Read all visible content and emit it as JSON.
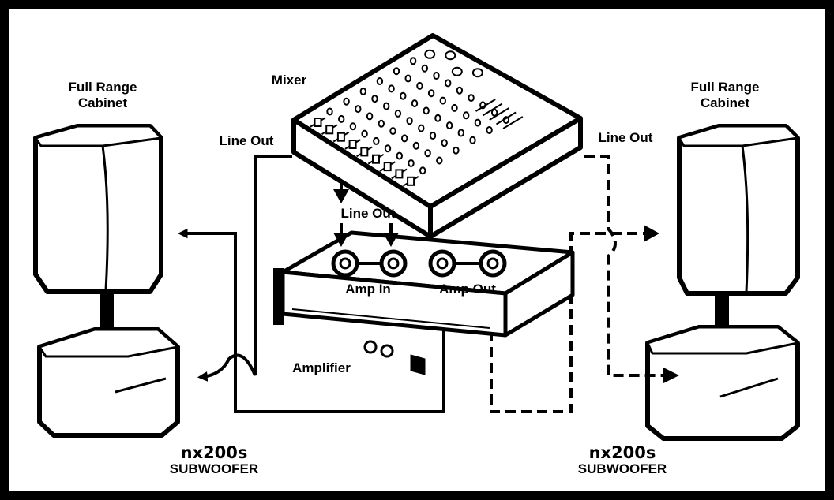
{
  "labels": {
    "left_cabinet_line1": "Full Range",
    "left_cabinet_line2": "Cabinet",
    "right_cabinet_line1": "Full Range",
    "right_cabinet_line2": "Cabinet",
    "mixer": "Mixer",
    "line_out_left": "Line Out",
    "line_out_right": "Line Out",
    "line_out_center": "Line Out",
    "amp_in": "Amp In",
    "amp_out": "Amp Out",
    "amplifier": "Amplifier",
    "left_sub_brand": "nx200s",
    "left_sub_type": "SUBWOOFER",
    "right_sub_brand": "nx200s",
    "right_sub_type": "SUBWOOFER"
  },
  "colors": {
    "ink": "#000000",
    "paper": "#ffffff"
  },
  "line_styles": {
    "left_chain": "solid",
    "right_chain": "dashed"
  }
}
